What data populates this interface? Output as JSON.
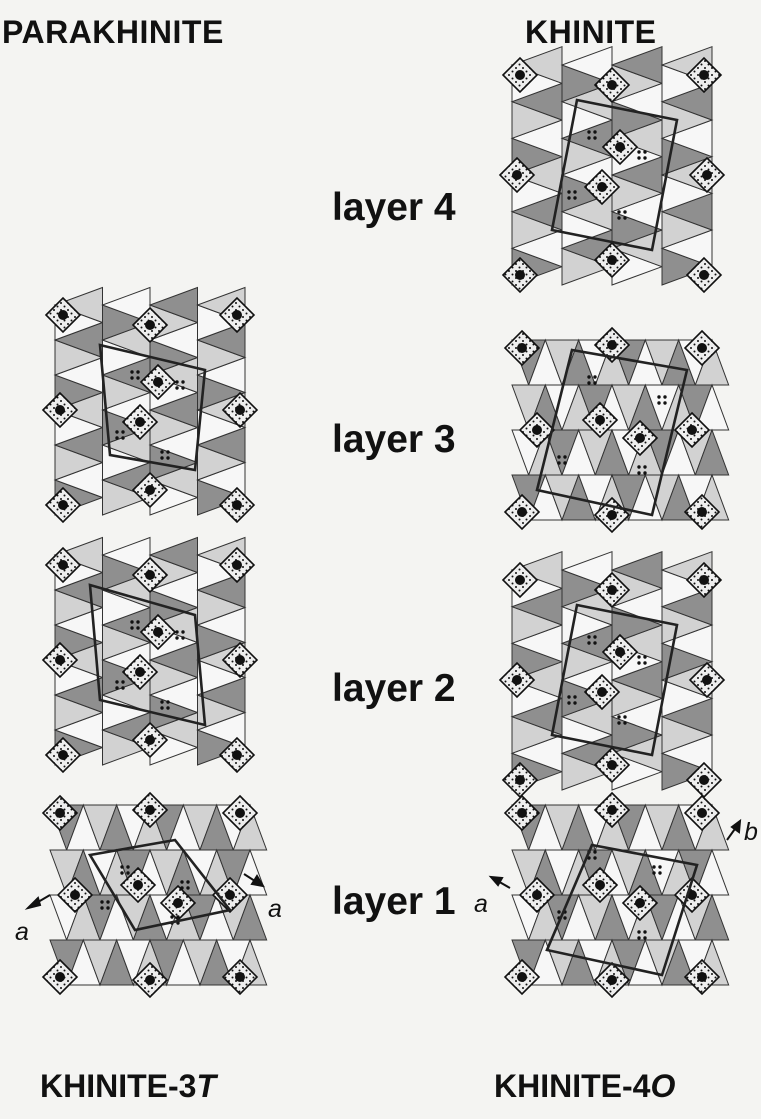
{
  "headers": {
    "left": "PARAKHINITE",
    "right": "KHINITE"
  },
  "layers": [
    {
      "id": 4,
      "label": "layer 4"
    },
    {
      "id": 3,
      "label": "layer 3"
    },
    {
      "id": 2,
      "label": "layer 2"
    },
    {
      "id": 1,
      "label": "layer 1"
    }
  ],
  "axis_labels": {
    "left_a1": "a",
    "left_a2": "a",
    "right_a": "a",
    "right_b": "b"
  },
  "footers": {
    "left_prefix": "KHINITE-3",
    "left_suffix": "T",
    "right_prefix": "KHINITE-4",
    "right_suffix": "O"
  },
  "colors": {
    "background": "#f4f4f2",
    "dark_fill": "#8f8f8f",
    "light_fill": "#d2d2d2",
    "tetra_fill": "#e9e9e9",
    "outline": "#333333"
  }
}
